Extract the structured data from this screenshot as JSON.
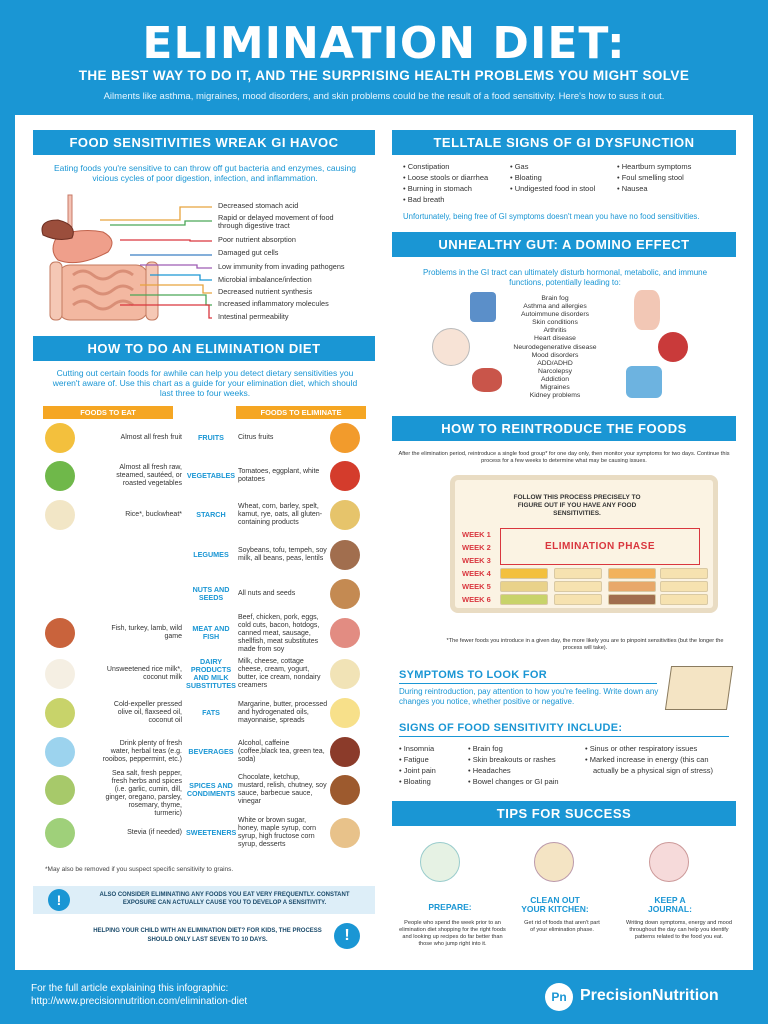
{
  "header": {
    "title": "ELIMINATION DIET:",
    "subtitle": "THE BEST WAY TO DO IT, AND THE SURPRISING HEALTH PROBLEMS YOU MIGHT SOLVE",
    "intro": "Ailments like asthma, migraines, mood disorders, and skin problems could be the result of a food sensitivity. Here's how to suss it out."
  },
  "gi": {
    "title": "FOOD SENSITIVITIES WREAK GI HAVOC",
    "desc": "Eating foods you're sensitive to can throw off gut bacteria and enzymes, causing vicious cycles of poor digestion, infection, and inflammation.",
    "items": [
      "Decreased stomach acid",
      "Rapid or delayed movement of food through digestive tract",
      "Poor nutrient absorption",
      "Damaged gut cells",
      "Low immunity from invading pathogens",
      "Microbial imbalance/infection",
      "Decreased nutrient synthesis",
      "Increased inflammatory molecules",
      "Intestinal permeability"
    ]
  },
  "how": {
    "title": "HOW TO DO AN ELIMINATION DIET",
    "desc": "Cutting out certain foods for awhile can help you detect dietary sensitivities you weren't aware of. Use this chart as a guide for your elimination diet, which should last three to four weeks.",
    "eat_label": "FOODS TO EAT",
    "elim_label": "FOODS TO ELIMINATE",
    "rows": [
      {
        "eat": "Almost all fresh fruit",
        "cat": "FRUITS",
        "elim": "Citrus fruits"
      },
      {
        "eat": "Almost all fresh raw, steamed, sautéed, or roasted vegetables",
        "cat": "VEGETABLES",
        "elim": "Tomatoes, eggplant, white potatoes"
      },
      {
        "eat": "Rice*, buckwheat*",
        "cat": "STARCH",
        "elim": "Wheat, corn, barley, spelt, kamut, rye, oats, all gluten-containing products"
      },
      {
        "eat": "",
        "cat": "LEGUMES",
        "elim": "Soybeans, tofu, tempeh, soy milk, all beans, peas, lentils"
      },
      {
        "eat": "",
        "cat": "NUTS AND SEEDS",
        "elim": "All nuts and seeds"
      },
      {
        "eat": "Fish, turkey, lamb, wild game",
        "cat": "MEAT AND FISH",
        "elim": "Beef, chicken, pork, eggs, cold cuts, bacon, hotdogs, canned meat, sausage, shellfish, meat substitutes made from soy"
      },
      {
        "eat": "Unsweetened rice milk*, coconut milk",
        "cat": "DAIRY PRODUCTS AND MILK SUBSTITUTES",
        "elim": "Milk, cheese, cottage cheese, cream, yogurt, butter, ice cream, nondairy creamers"
      },
      {
        "eat": "Cold-expeller pressed olive oil, flaxseed oil, coconut oil",
        "cat": "FATS",
        "elim": "Margarine, butter, processed and hydrogenated oils, mayonnaise, spreads"
      },
      {
        "eat": "Drink plenty of fresh water, herbal teas (e.g. rooibos, peppermint, etc.)",
        "cat": "BEVERAGES",
        "elim": "Alcohol, caffeine (coffee,black tea, green tea, soda)"
      },
      {
        "eat": "Sea salt, fresh pepper, fresh herbs and spices (i.e. garlic, cumin, dill, ginger, oregano, parsley, rosemary, thyme, turmeric)",
        "cat": "SPICES AND CONDIMENTS",
        "elim": "Chocolate, ketchup, mustard, relish, chutney, soy sauce, barbecue sauce, vinegar"
      },
      {
        "eat": "Stevia (if needed)",
        "cat": "SWEETENERS",
        "elim": "White or brown sugar, honey, maple syrup, corn syrup, high fructose corn syrup, desserts"
      }
    ],
    "footnote": "*May also be removed if you suspect specific sensitivity to grains.",
    "alert1": "ALSO CONSIDER ELIMINATING ANY FOODS YOU EAT VERY FREQUENTLY. CONSTANT EXPOSURE CAN ACTUALLY CAUSE YOU TO DEVELOP A SENSITIVITY.",
    "alert2": "HELPING YOUR CHILD WITH AN ELIMINATION DIET? FOR KIDS, THE PROCESS SHOULD ONLY LAST SEVEN TO 10 DAYS."
  },
  "telltale": {
    "title": "TELLTALE SIGNS OF GI DYSFUNCTION",
    "col1": [
      "Constipation",
      "Loose stools or diarrhea",
      "Burning in stomach",
      "Bad breath"
    ],
    "col2": [
      "Gas",
      "Bloating",
      "Undigested food in stool"
    ],
    "col3": [
      "Heartburn symptoms",
      "Foul smelling stool",
      "Nausea"
    ],
    "note": "Unfortunately, being free of GI symptoms doesn't mean you have no food sensitivities."
  },
  "domino": {
    "title": "UNHEALTHY GUT: A DOMINO EFFECT",
    "desc": "Problems in the GI tract can ultimately disturb hormonal, metabolic, and immune functions, potentially leading to:",
    "items": [
      "Brain fog",
      "Asthma and allergies",
      "Autoimmune disorders",
      "Skin conditions",
      "Arthritis",
      "Heart disease",
      "Neurodegenerative disease",
      "Mood disorders",
      "ADD/ADHD",
      "Narcolepsy",
      "Addiction",
      "Migraines",
      "Kidney problems"
    ]
  },
  "reintro": {
    "title": "HOW TO REINTRODUCE THE FOODS",
    "desc": "After the elimination period, reintroduce a single food group* for one day only, then monitor your symptoms for two days. Continue this process for a few weeks to determine what may be causing issues.",
    "board_title": "FOLLOW THIS PROCESS PRECISELY TO FIGURE OUT IF YOU HAVE ANY FOOD SENSITIVITIES.",
    "weeks": [
      "WEEK 1",
      "WEEK 2",
      "WEEK 3",
      "WEEK 4",
      "WEEK 5",
      "WEEK 6"
    ],
    "phase": "ELIMINATION PHASE",
    "footnote": "*The fewer foods you introduce in a given day, the more likely you are to pinpoint sensitivities (but the longer the process will take)."
  },
  "symptoms": {
    "title": "SYMPTOMS TO LOOK FOR",
    "desc": "During reintroduction, pay attention to how you're feeling. Write down any changes you notice, whether positive or negative.",
    "signs_title": "SIGNS OF FOOD SENSITIVITY INCLUDE:",
    "col1": [
      "Insomnia",
      "Fatigue",
      "Joint pain",
      "Bloating"
    ],
    "col2": [
      "Brain fog",
      "Skin breakouts or rashes",
      "Headaches",
      "Bowel changes or GI pain"
    ],
    "col3": [
      "Sinus or other respiratory issues",
      "Marked increase in energy (this can actually be a physical sign of stress)"
    ]
  },
  "tips": {
    "title": "TIPS FOR SUCCESS",
    "items": [
      {
        "head": "PREPARE:",
        "text": "People who spend the week prior to an elimination diet shopping for the right foods and looking up recipes do far better than those who jump right into it."
      },
      {
        "head": "CLEAN OUT YOUR KITCHEN:",
        "text": "Get rid of foods that aren't part of your elimination phase."
      },
      {
        "head": "KEEP A JOURNAL:",
        "text": "Writing down symptoms, energy and mood throughout the day can help you identify patterns related to the food you eat."
      }
    ]
  },
  "footer": {
    "line1": "For the full article explaining this infographic:",
    "url": "http://www.precisionnutrition.com/elimination-diet",
    "brand": "PrecisionNutrition",
    "logo": "Pn"
  },
  "colors": {
    "brand": "#1a96d4",
    "orange": "#f5a623",
    "red": "#d9363e"
  }
}
